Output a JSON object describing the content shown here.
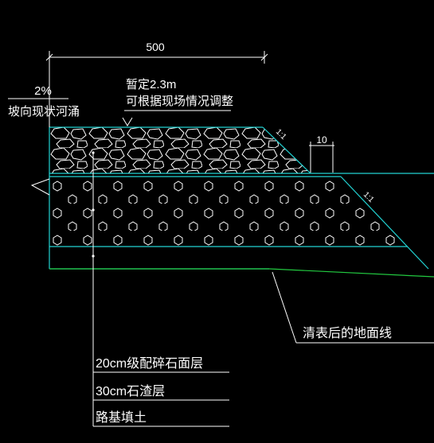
{
  "dimensions": {
    "top_width": "500",
    "berm_width": "10"
  },
  "slope_labels": {
    "upper": "1:1",
    "lower": "1:1"
  },
  "cross_slope": {
    "value": "2%",
    "note": "坡向现状河涌"
  },
  "top_note": {
    "line1": "暂定2.3m",
    "line2": "可根据现场情况调整"
  },
  "ground_line_label": "清表后的地面线",
  "layer_labels": [
    "20cm级配碎石面层",
    "30cm石渣层",
    "路基填土"
  ],
  "colors": {
    "background": "#000000",
    "outline": "#22d3d3",
    "ground_line": "#22c940",
    "hatch": "#ffffff",
    "text": "#ffffff"
  }
}
